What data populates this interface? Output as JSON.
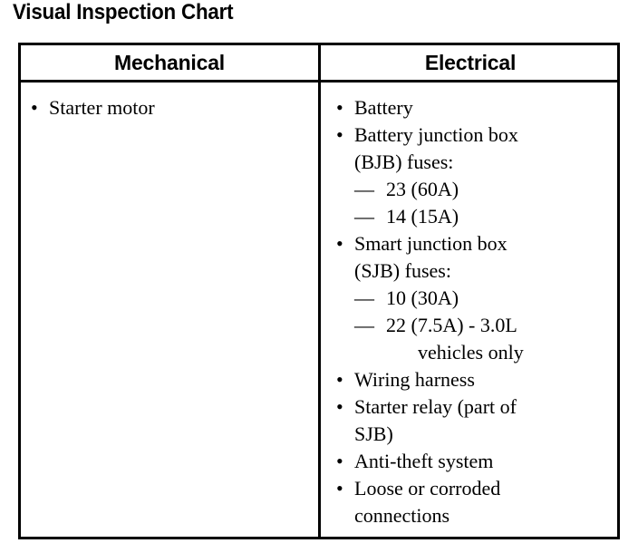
{
  "document": {
    "title": "Visual Inspection Chart"
  },
  "table": {
    "columns": [
      {
        "header": "Mechanical"
      },
      {
        "header": "Electrical"
      }
    ],
    "bullet_glyph": "•",
    "dash_glyph": "—",
    "mechanical": [
      {
        "text": "Starter motor"
      }
    ],
    "electrical": [
      {
        "text": "Battery"
      },
      {
        "text": "Battery junction box",
        "text_line2": "(BJB) fuses:",
        "subitems": [
          {
            "text": "23 (60A)"
          },
          {
            "text": "14 (15A)"
          }
        ]
      },
      {
        "text": "Smart junction box",
        "text_line2": "(SJB) fuses:",
        "subitems": [
          {
            "text": "10 (30A)"
          },
          {
            "text": "22 (7.5A) - 3.0L",
            "cont": "vehicles only"
          }
        ]
      },
      {
        "text": "Wiring harness"
      },
      {
        "text": "Starter relay (part of",
        "text_line2": "SJB)"
      },
      {
        "text": "Anti-theft system"
      },
      {
        "text": "Loose or corroded",
        "text_line2": "connections"
      }
    ]
  },
  "colors": {
    "background": "#ffffff",
    "foreground": "#000000",
    "border": "#000000"
  }
}
